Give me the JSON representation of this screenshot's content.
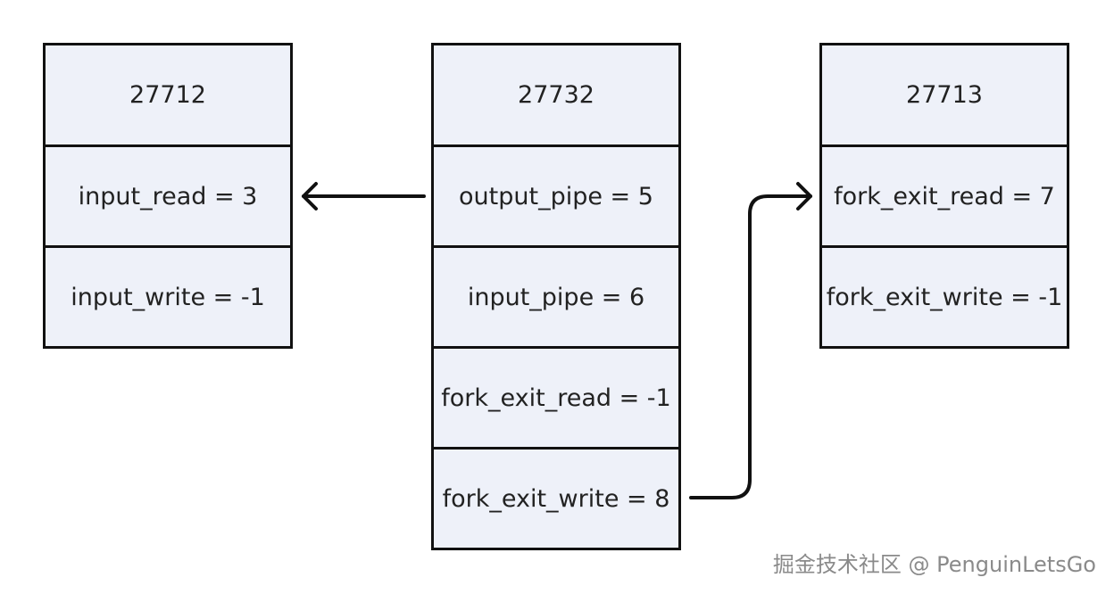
{
  "diagram": {
    "left": {
      "pid": "27712",
      "fields": [
        "input_read = 3",
        "input_write = -1"
      ]
    },
    "middle": {
      "pid": "27732",
      "fields": [
        "output_pipe = 5",
        "input_pipe = 6",
        "fork_exit_read = -1",
        "fork_exit_write = 8"
      ]
    },
    "right": {
      "pid": "27713",
      "fields": [
        "fork_exit_read = 7",
        "fork_exit_write = -1"
      ]
    },
    "edges": [
      {
        "from": "middle.output_pipe",
        "to": "left.input_read"
      },
      {
        "from": "middle.fork_exit_write",
        "to": "right.fork_exit_read"
      }
    ]
  },
  "colors": {
    "box_fill": "#eef1f9",
    "border": "#111111",
    "text": "#222222",
    "watermark": "#8a8a8a"
  },
  "watermark": "掘金技术社区 @ PenguinLetsGo"
}
